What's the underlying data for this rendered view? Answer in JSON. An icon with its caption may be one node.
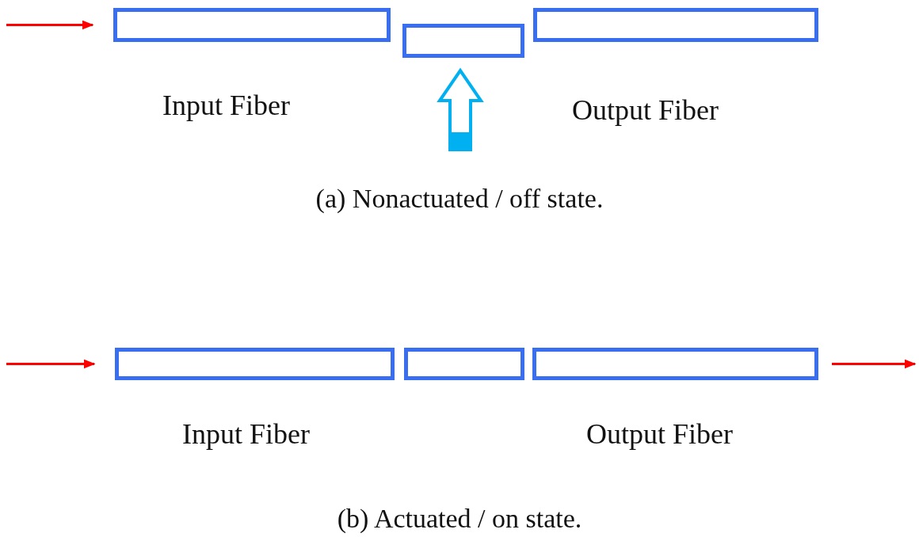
{
  "diagram": {
    "nodes": [
      {
        "text": [
          "Input Fiber"
        ]
      },
      {
        "text": [],
        "shape": "box"
      },
      {
        "text": [
          "Output Fiber"
        ]
      },
      {
        "text": [
          "Input Fiber"
        ]
      },
      {
        "text": [],
        "shape": "box"
      },
      {
        "text": [
          "Output Fiber"
        ]
      }
    ],
    "edges": [
      {
        "from": null,
        "to": 0,
        "arrow": "to"
      },
      {
        "from": null,
        "to": 1,
        "arrow": "to",
        "style": "thick",
        "color": "#00b0f0"
      },
      {
        "from": null,
        "to": 3,
        "arrow": "to"
      },
      {
        "from": 5,
        "to": null,
        "arrow": "to"
      }
    ],
    "labels": [
      "(a) Nonactuated / off state.",
      "(b) Actuated / on state."
    ]
  }
}
